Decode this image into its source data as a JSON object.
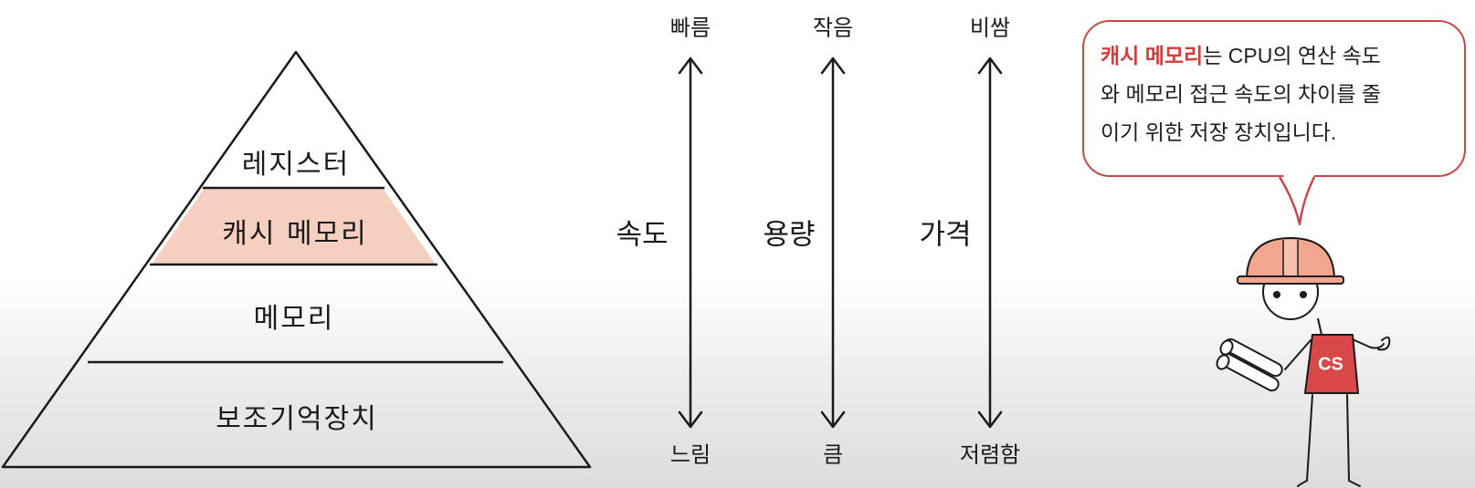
{
  "pyramid": {
    "layers": [
      {
        "label": "레지스터",
        "highlighted": false
      },
      {
        "label": "캐시 메모리",
        "highlighted": true
      },
      {
        "label": "메모리",
        "highlighted": false
      },
      {
        "label": "보조기억장치",
        "highlighted": false
      }
    ],
    "highlight_color": "#f5cfc0"
  },
  "axes": [
    {
      "name": "속도",
      "top": "빠름",
      "bottom": "느림"
    },
    {
      "name": "용량",
      "top": "작음",
      "bottom": "큼"
    },
    {
      "name": "가격",
      "top": "비쌈",
      "bottom": "저렴함"
    }
  ],
  "callout": {
    "highlight": "캐시 메모리",
    "line1_rest": "는 CPU의 연산 속도",
    "line2": "와 메모리 접근 속도의 차이를 줄",
    "line3": "이기 위한 저장 장치입니다.",
    "highlight_color": "#d23d3d",
    "border_color": "#c9484a"
  },
  "mascot": {
    "shirt_text": "CS",
    "helmet_color": "#f2a58f",
    "shirt_color": "#d94848"
  }
}
